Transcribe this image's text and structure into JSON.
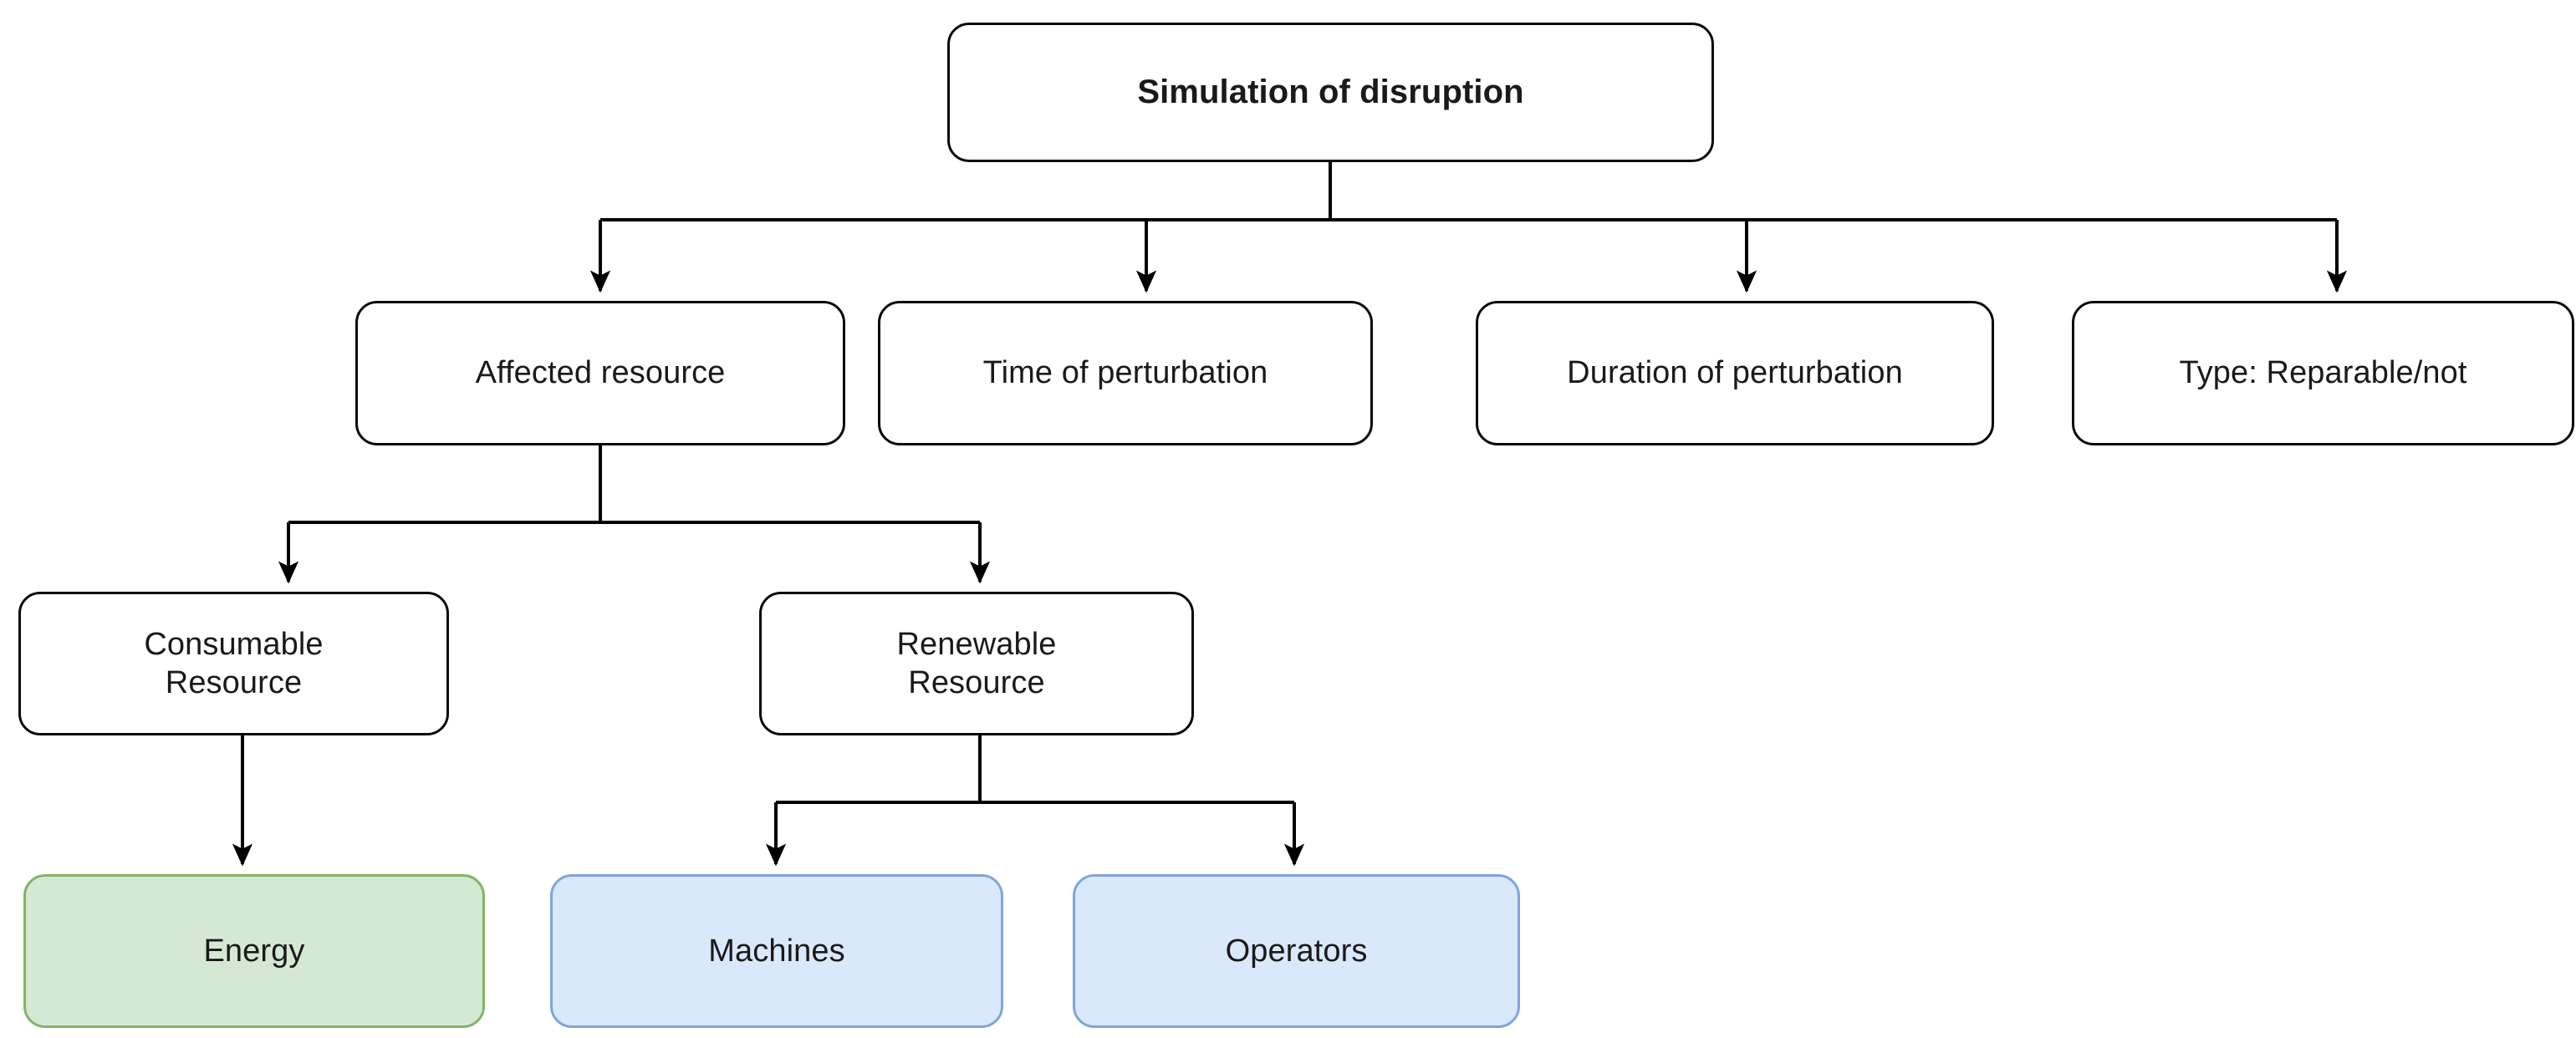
{
  "diagram": {
    "title": "Simulation of disruption",
    "background_color": "#ffffff",
    "edge_color": "#000000",
    "palette": {
      "plain_fill": "#ffffff",
      "plain_border": "#0a0a0a",
      "green_fill": "#d5e8d4",
      "green_border": "#82b366",
      "blue_fill": "#dae8fc",
      "blue_border": "#7ea6d9",
      "text_color": "#1a1a1a"
    },
    "nodes": {
      "root": {
        "label": "Simulation of disruption"
      },
      "affected_resource": {
        "label": "Affected resource"
      },
      "time_of_perturbation": {
        "label": "Time of perturbation"
      },
      "duration_of_perturbation": {
        "label": "Duration of perturbation"
      },
      "type_reparable": {
        "label": "Type: Reparable/not"
      },
      "consumable_resource": {
        "label": "Consumable\nResource"
      },
      "renewable_resource": {
        "label": "Renewable\nResource"
      },
      "energy": {
        "label": "Energy"
      },
      "machines": {
        "label": "Machines"
      },
      "operators": {
        "label": "Operators"
      }
    },
    "edges": [
      {
        "from": "root",
        "to": "affected_resource"
      },
      {
        "from": "root",
        "to": "time_of_perturbation"
      },
      {
        "from": "root",
        "to": "duration_of_perturbation"
      },
      {
        "from": "root",
        "to": "type_reparable"
      },
      {
        "from": "affected_resource",
        "to": "consumable_resource"
      },
      {
        "from": "affected_resource",
        "to": "renewable_resource"
      },
      {
        "from": "consumable_resource",
        "to": "energy"
      },
      {
        "from": "renewable_resource",
        "to": "machines"
      },
      {
        "from": "renewable_resource",
        "to": "operators"
      }
    ]
  }
}
